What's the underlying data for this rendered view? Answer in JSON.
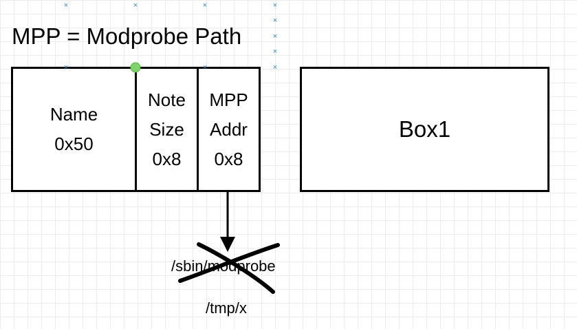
{
  "title": "MPP = Modprobe Path",
  "struct_fields": [
    {
      "lines": [
        "Name",
        "0x50"
      ]
    },
    {
      "lines": [
        "Note",
        "Size",
        "0x8"
      ]
    },
    {
      "lines": [
        "MPP",
        "Addr",
        "0x8"
      ]
    }
  ],
  "box1_label": "Box1",
  "old_path": "/sbin/modprobe",
  "new_path": "/tmp/x",
  "colors": {
    "stroke": "#000000",
    "grid": "#ececec",
    "selection_handle": "#2f86c9",
    "connection_point": "#7ed36a"
  },
  "icons": {
    "selection_handle": "x-mark-icon",
    "connection_point": "green-dot-icon",
    "strike_through": "x-cross-icon"
  }
}
